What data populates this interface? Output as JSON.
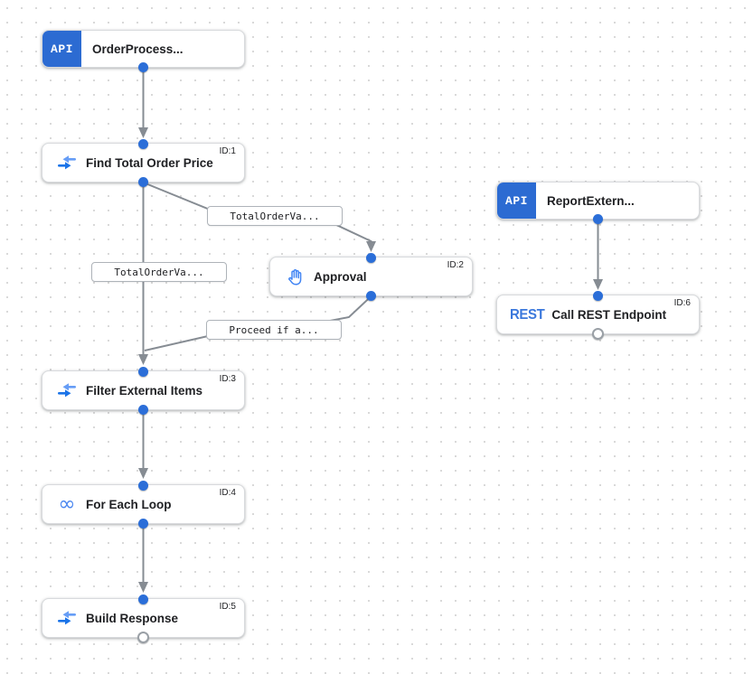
{
  "canvas": {
    "background": "#ffffff",
    "dot_color": "#d9d9d9"
  },
  "colors": {
    "api_badge_blue": "#2c6bd2",
    "port_connected_blue": "#2b6ed8",
    "icon_blue": "#4285f4",
    "icon_blue_light": "#669df6",
    "icon_blue_dark": "#1a73e8",
    "rest_logo_blue": "#3b78dc",
    "edge_gray": "#868c93",
    "node_border": "#d8dadd",
    "title_text": "#202124"
  },
  "nodes": [
    {
      "kind": "trigger",
      "badge": "API",
      "title": "OrderProcess..."
    },
    {
      "kind": "task",
      "title": "Find Total Order Price",
      "id_label": "ID:1",
      "icon": "data-mapping"
    },
    {
      "kind": "task",
      "title": "Approval",
      "id_label": "ID:2",
      "icon": "approval-hand"
    },
    {
      "kind": "task",
      "title": "Filter External Items",
      "id_label": "ID:3",
      "icon": "data-mapping"
    },
    {
      "kind": "task",
      "title": "For Each Loop",
      "id_label": "ID:4",
      "icon": "for-each-loop",
      "icon_glyph": "∞"
    },
    {
      "kind": "task",
      "title": "Build Response",
      "id_label": "ID:5",
      "icon": "data-mapping"
    },
    {
      "kind": "trigger",
      "badge": "API",
      "title": "ReportExtern..."
    },
    {
      "kind": "task",
      "title": "Call REST Endpoint",
      "id_label": "ID:6",
      "icon": "rest-logo",
      "badge": "REST"
    }
  ],
  "edge_labels": [
    {
      "text": "TotalOrderVa..."
    },
    {
      "text": "TotalOrderVa..."
    },
    {
      "text": "Proceed if a..."
    }
  ],
  "edges": [
    {
      "from": "OrderProcess...",
      "to": "Find Total Order Price"
    },
    {
      "from": "Find Total Order Price",
      "to": "Approval",
      "label": "TotalOrderVa..."
    },
    {
      "from": "Find Total Order Price",
      "to": "Filter External Items",
      "label": "TotalOrderVa..."
    },
    {
      "from": "Approval",
      "to": "Filter External Items",
      "label": "Proceed if a..."
    },
    {
      "from": "Filter External Items",
      "to": "For Each Loop"
    },
    {
      "from": "For Each Loop",
      "to": "Build Response"
    },
    {
      "from": "ReportExtern...",
      "to": "Call REST Endpoint"
    }
  ]
}
